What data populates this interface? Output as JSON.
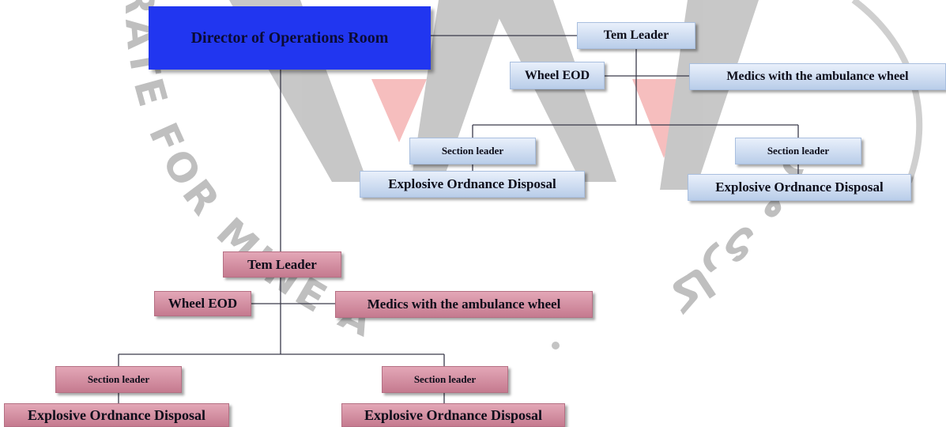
{
  "colors": {
    "director_fill": "#2136f0",
    "blue_team_fill": "#c9daf0",
    "red_team_fill": "#d691a4",
    "connector": "#3a3a4a",
    "watermark_gray": "#a9a9a9",
    "watermark_red": "#f3a6a6"
  },
  "watermark": {
    "arc_text_left": "RATE FOR MINE ACTION",
    "arc_text_right": "کاری مین",
    "partial_left_glyphs": "O R"
  },
  "director": {
    "label": "Director of Operations Room"
  },
  "team_blue": {
    "leader": "Tem Leader",
    "wheel": "Wheel EOD",
    "medics": "Medics with the ambulance wheel",
    "sections": [
      {
        "leader": "Section leader",
        "unit": "Explosive Ordnance Disposal"
      },
      {
        "leader": "Section leader",
        "unit": "Explosive Ordnance Disposal"
      }
    ]
  },
  "team_red": {
    "leader": "Tem Leader",
    "wheel": "Wheel EOD",
    "medics": "Medics with the ambulance wheel",
    "sections": [
      {
        "leader": "Section leader",
        "unit": "Explosive Ordnance Disposal"
      },
      {
        "leader": "Section leader",
        "unit": "Explosive Ordnance Disposal"
      }
    ]
  }
}
